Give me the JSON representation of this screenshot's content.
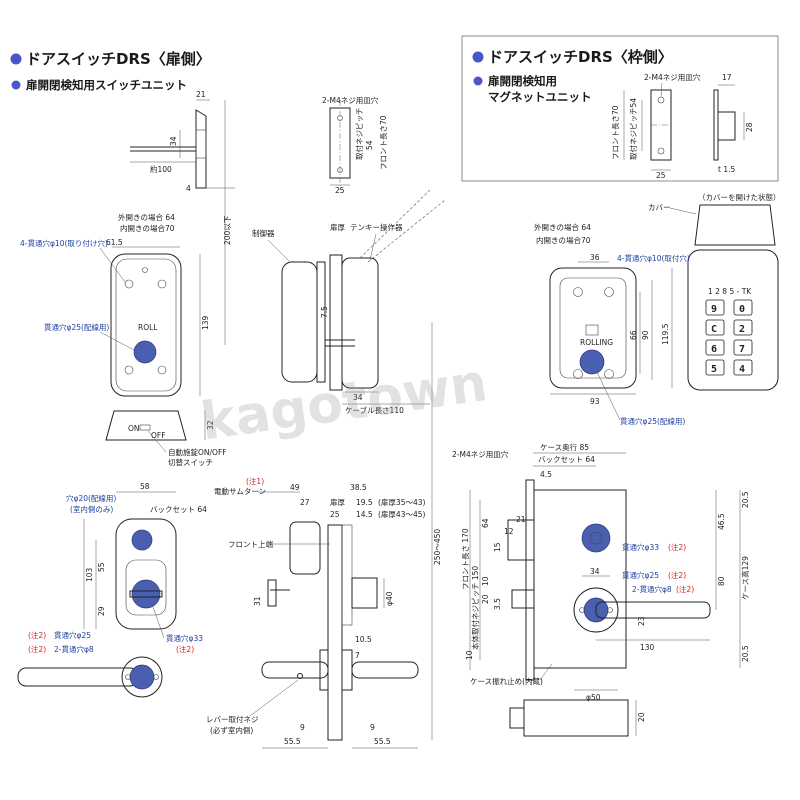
{
  "door_side": {
    "title": "ドアスイッチDRS〈扉側〉",
    "subtitle": "扉開閉検知用スイッチユニット"
  },
  "frame_side": {
    "title": "ドアスイッチDRS〈枠側〉",
    "subtitle_line1": "扉開閉検知用",
    "subtitle_line2": "マグネットユニット",
    "magnet_label": "2-M4ネジ用皿穴",
    "front_length": "フロント長さ70",
    "mount_pitch": "取付ネジピッチ54",
    "dims": {
      "d17": "17",
      "d28": "28",
      "d25": "25",
      "d15": "t 1.5"
    }
  },
  "switch_side": {
    "d21": "21",
    "d34": "34",
    "wire": "約100",
    "d4": "4"
  },
  "front_plate": {
    "screw_label": "2-M4ネジ用皿穴",
    "pitch_label": "取付ネジピッチ",
    "pitch_val": "54",
    "front_len": "フロント長さ70",
    "d25": "25"
  },
  "front_view": {
    "open_out": "外開きの場合 64",
    "open_in": "内開きの場合70",
    "width": "61.5",
    "height": "139",
    "hole10": "4-貫通穴φ10(取り付け穴)",
    "hole25": "貫通穴φ25(配線用)",
    "below_200": "200以下",
    "d32": "32",
    "on_label": "ON",
    "off_label": "OFF",
    "auto_label1": "自動施錠ON/OFF",
    "auto_label2": "切替スイッチ"
  },
  "side_view": {
    "controller": "制御器",
    "door_thick": "扉厚",
    "tenkey": "テンキー操作器",
    "d75": "7.5",
    "d34": "34",
    "cable": "ケーブル長さ110",
    "range": "250〜450"
  },
  "keypad_view": {
    "cover_open": "（カバーを開けた状態）",
    "cover": "カバー",
    "open_out": "外開きの場合 64",
    "open_in": "内開きの場合70",
    "hole10": "4-貫通穴φ10(取付穴)",
    "d36": "36",
    "d66": "66",
    "d90": "90",
    "d1195": "119.5",
    "d93": "93",
    "hole25": "貫通穴φ25(配線用)",
    "brand": "ROLLING",
    "keys": [
      "9",
      "0",
      "C",
      "2",
      "6",
      "7",
      "5",
      "4"
    ],
    "model": "1 2 8 5 - TK"
  },
  "inner_view": {
    "d58": "58",
    "hole20": "穴φ20(配線用)",
    "hole20b": "(室内側のみ)",
    "backset": "バックセット 64",
    "d55": "55",
    "d103": "103",
    "d29": "29",
    "note_hole25_a": "(注2)",
    "note_hole25_b": "貫通穴φ25",
    "note_hole8_a": "(注2)",
    "note_hole8_b": "2-貫通穴φ8",
    "hole33": "貫通穴φ33",
    "hole33_note": "(注2)"
  },
  "section_view": {
    "thumb": "電動サムターン",
    "thumb_note": "(注1)",
    "d49": "49",
    "d385": "38.5",
    "d27": "27",
    "door_thick": "扉厚",
    "d195": "19.5",
    "d195r": "(扉厚35〜43)",
    "d145": "14.5",
    "d145r": "(扉厚43〜45)",
    "d25": "25",
    "front_top": "フロント上端",
    "d31": "31",
    "d40": "φ40",
    "d105": "10.5",
    "d7": "7",
    "lever_screw1": "レバー取付ネジ",
    "lever_screw2": "(必ず室内側)",
    "d9a": "9",
    "d9b": "9",
    "d555a": "55.5",
    "d555b": "55.5"
  },
  "case_view": {
    "screw": "2-M4ネジ用皿穴",
    "depth": "ケース奥行 85",
    "backset": "バックセット 64",
    "d45": "4.5",
    "d21": "21",
    "d12": "12",
    "d64": "64",
    "d15": "15",
    "d10": "10",
    "d20": "20",
    "d35": "3.5",
    "front_len": "フロント長さ 170",
    "body_pitch": "本体取付ネジピッチ 150",
    "hole33": "貫通穴φ33",
    "note2": "(注2)",
    "hole25": "貫通穴φ25",
    "hole8": "2-貫通穴φ8",
    "d34": "34",
    "d465": "46.5",
    "d80": "80",
    "case_height": "ケース高129",
    "d23": "23",
    "d130": "130",
    "d205a": "20.5",
    "d205b": "20.5",
    "d10b": "10",
    "stopper": "ケース振れ止め(内蔵)",
    "d50": "φ50",
    "d20b": "20"
  },
  "watermark": "kagotown"
}
